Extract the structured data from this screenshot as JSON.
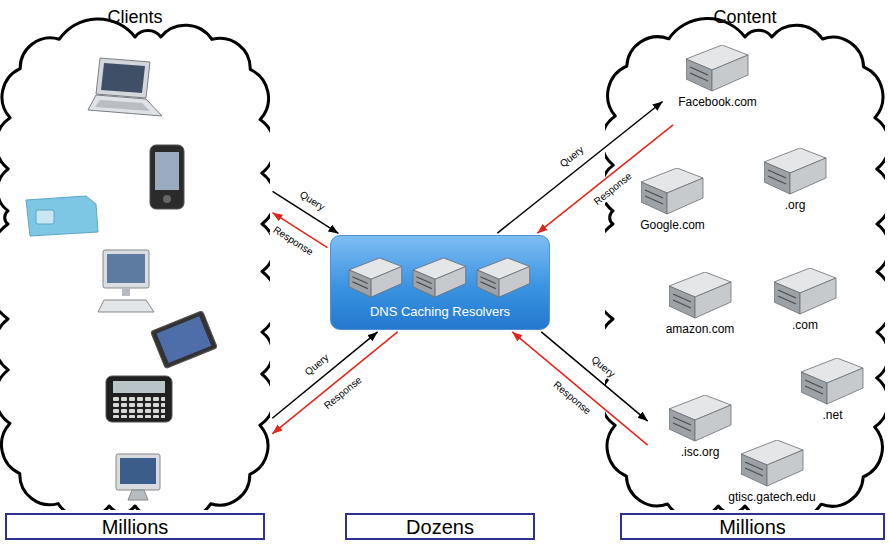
{
  "diagram": {
    "nodes": [
      {
        "text": [
          "Clients"
        ]
      },
      {
        "text": [
          "Content"
        ]
      },
      {
        "text": [
          "Facebook.com"
        ],
        "in": 1
      },
      {
        "text": [
          "Google.com"
        ],
        "in": 1
      },
      {
        "text": [
          ".org"
        ],
        "in": 1
      },
      {
        "text": [
          "amazon.com"
        ],
        "in": 1
      },
      {
        "text": [
          ".com"
        ],
        "in": 1
      },
      {
        "text": [
          ".isc.org"
        ],
        "in": 1
      },
      {
        "text": [
          ".net"
        ],
        "in": 1
      },
      {
        "text": [
          "gtisc.gatech.edu"
        ],
        "in": 1
      },
      {
        "text": [
          "DNS Caching Resolvers"
        ]
      },
      {
        "text": [
          "Millions"
        ]
      },
      {
        "text": [
          "Dozens"
        ]
      },
      {
        "text": [
          "Millions"
        ]
      }
    ],
    "edges": [
      {
        "from": 0,
        "to": 10,
        "arrow": "to",
        "label": "Query"
      },
      {
        "from": 10,
        "to": 0,
        "arrow": "to",
        "label": "Response"
      },
      {
        "from": 10,
        "to": 2,
        "arrow": "to",
        "label": "Query"
      },
      {
        "from": 2,
        "to": 10,
        "arrow": "to",
        "label": "Response"
      },
      {
        "from": 0,
        "to": 10,
        "arrow": "to",
        "label": "Query"
      },
      {
        "from": 10,
        "to": 0,
        "arrow": "to",
        "label": "Response"
      },
      {
        "from": 10,
        "to": 7,
        "arrow": "to",
        "label": "Query"
      },
      {
        "from": 7,
        "to": 10,
        "arrow": "to",
        "label": "Response"
      }
    ]
  }
}
